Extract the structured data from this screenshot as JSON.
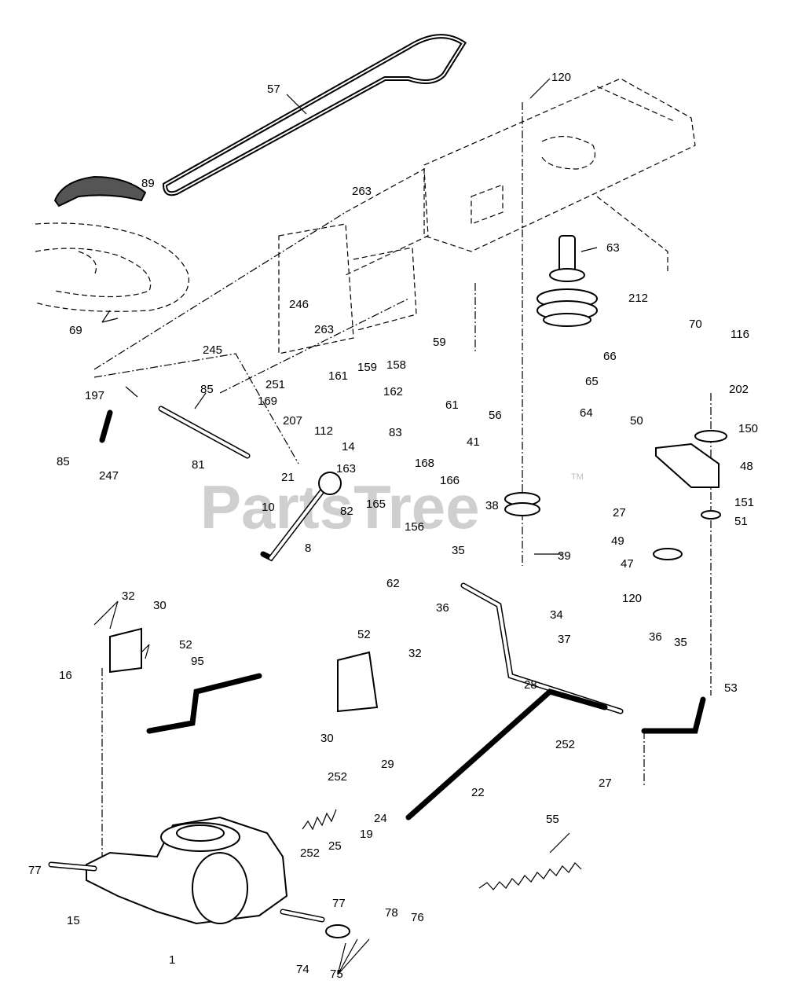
{
  "diagram": {
    "watermark": "PartsTree",
    "trademark": "TM",
    "callouts": [
      "57",
      "120",
      "89",
      "263",
      "63",
      "212",
      "70",
      "116",
      "69",
      "246",
      "245",
      "263",
      "251",
      "161",
      "159",
      "158",
      "59",
      "66",
      "65",
      "197",
      "85",
      "169",
      "207",
      "162",
      "112",
      "14",
      "83",
      "61",
      "56",
      "64",
      "202",
      "50",
      "150",
      "48",
      "41",
      "168",
      "166",
      "163",
      "21",
      "82",
      "165",
      "156",
      "38",
      "27",
      "151",
      "51",
      "85",
      "247",
      "81",
      "10",
      "8",
      "49",
      "47",
      "120",
      "39",
      "62",
      "35",
      "36",
      "34",
      "37",
      "32",
      "30",
      "52",
      "52",
      "32",
      "16",
      "95",
      "30",
      "36",
      "35",
      "53",
      "28",
      "252",
      "27",
      "29",
      "22",
      "252",
      "24",
      "19",
      "25",
      "252",
      "55",
      "77",
      "15",
      "77",
      "1",
      "78",
      "76",
      "74",
      "75"
    ]
  }
}
